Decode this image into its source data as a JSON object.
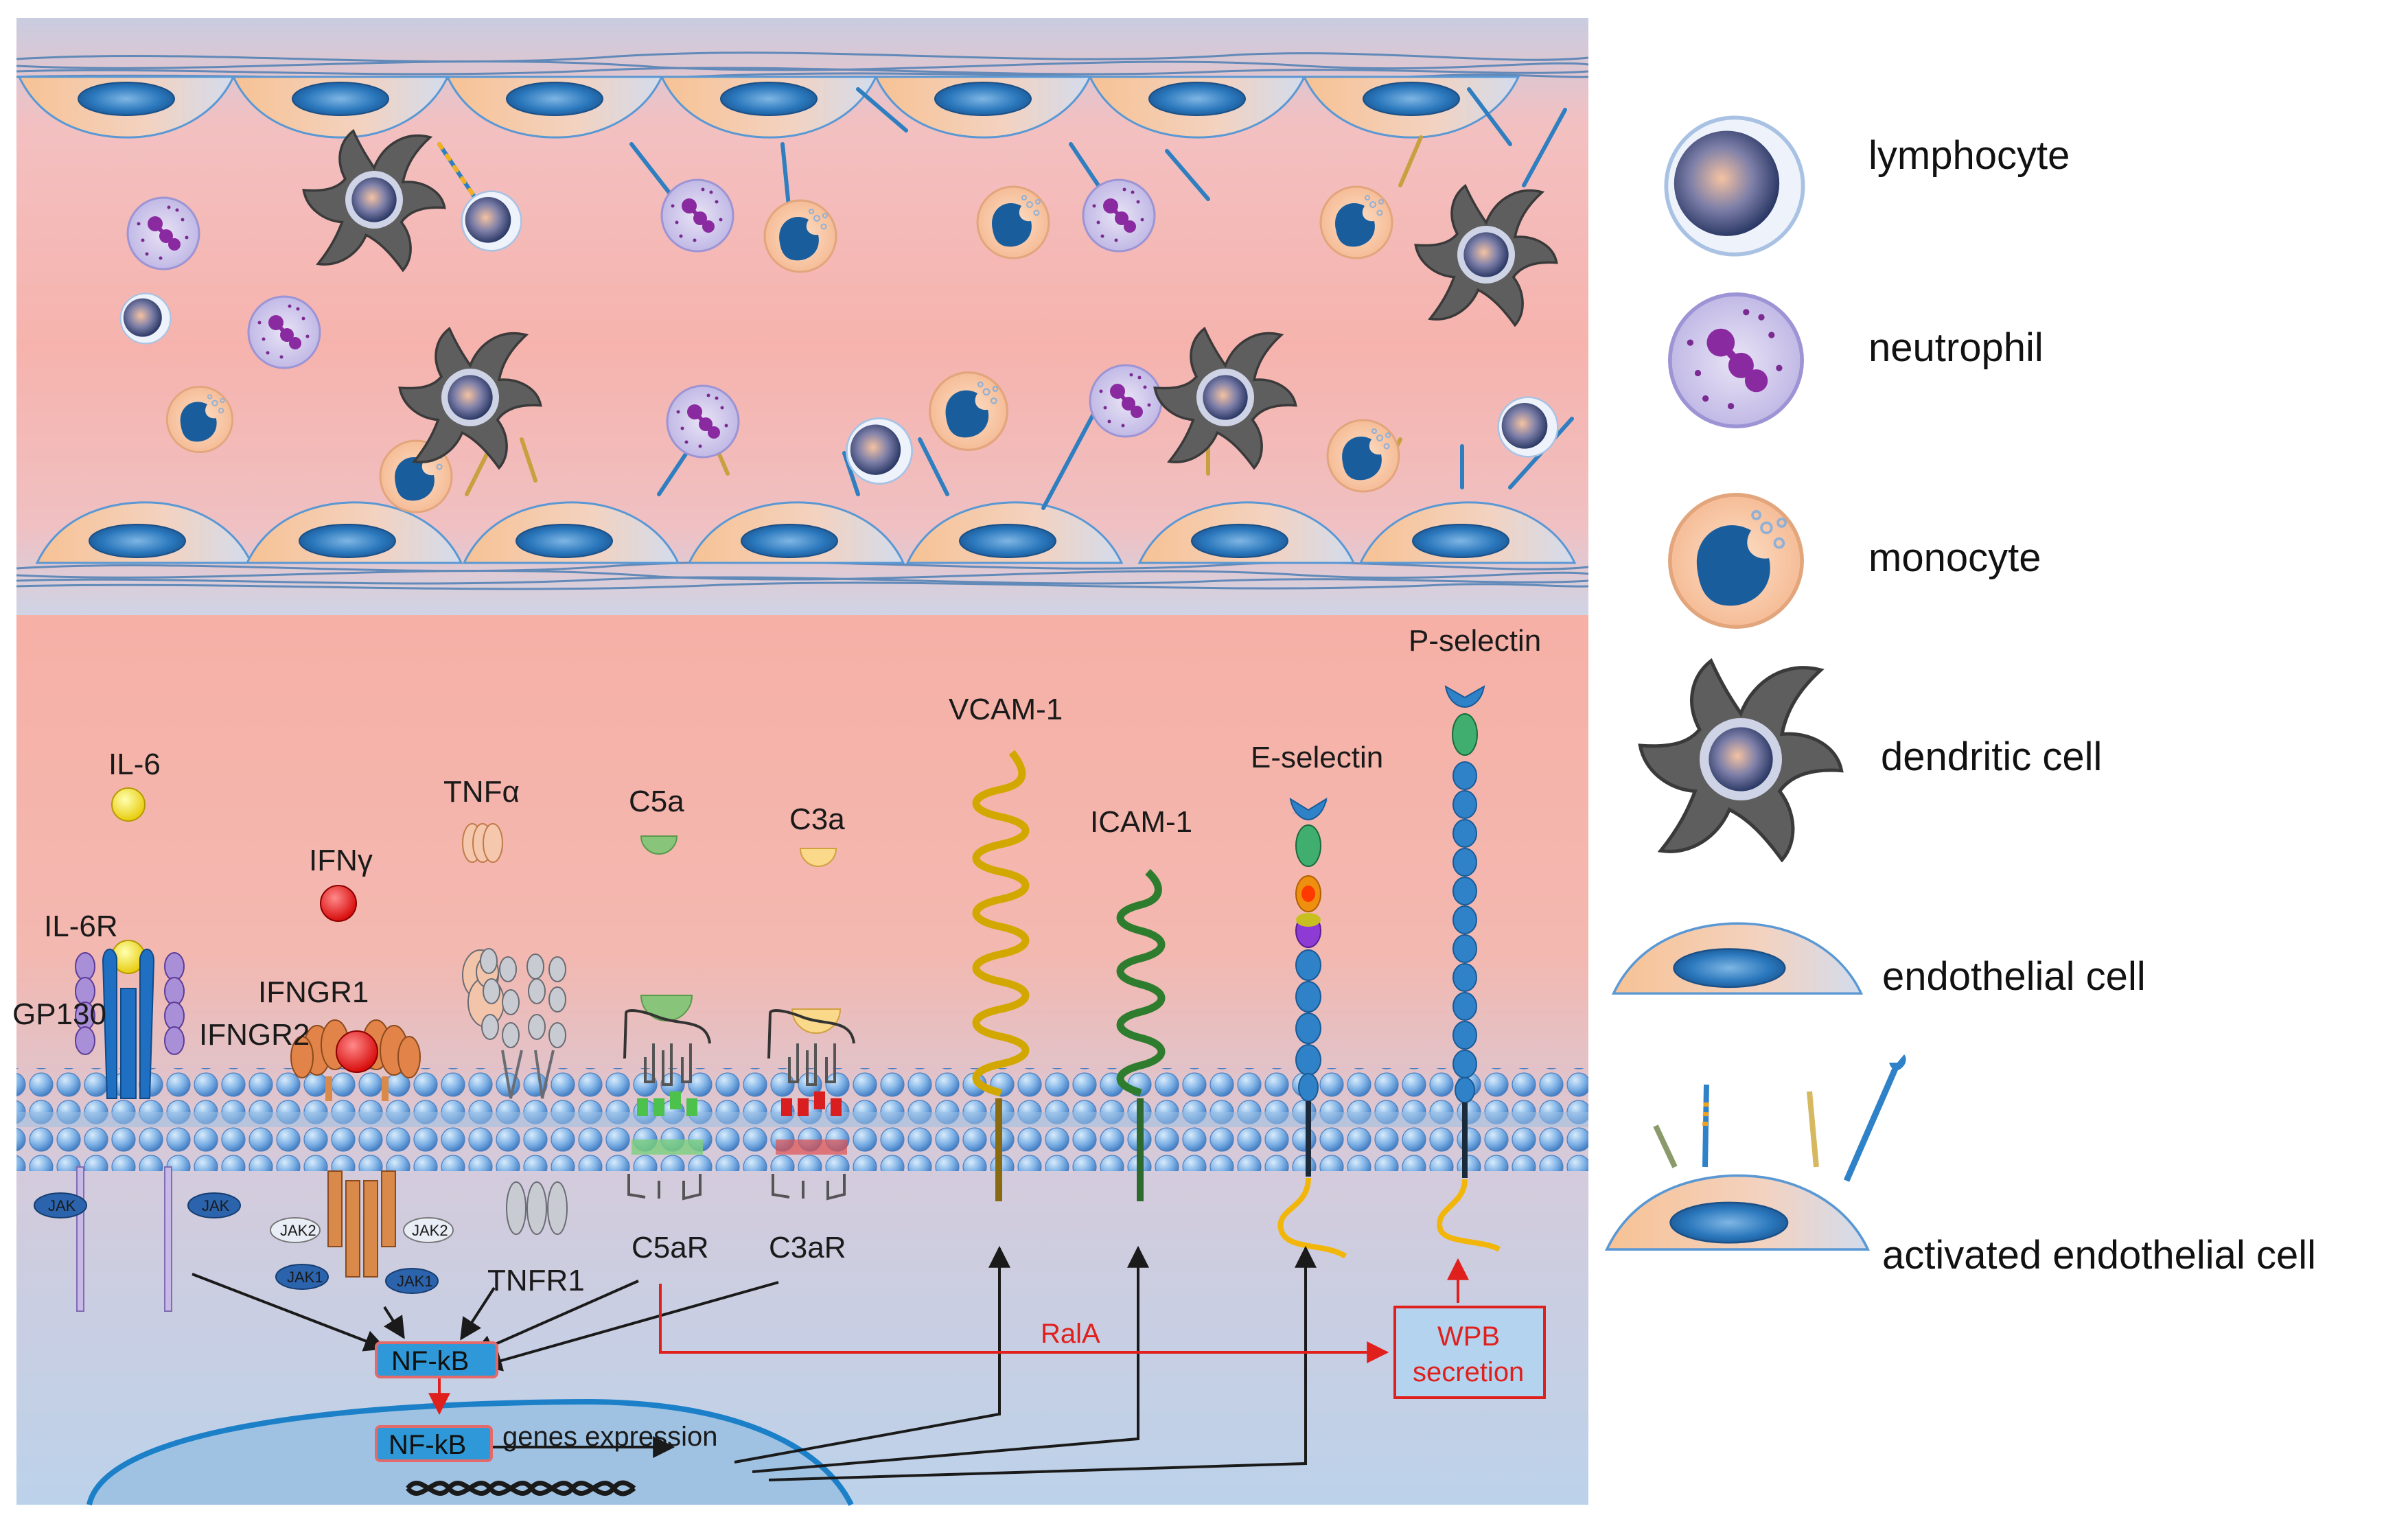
{
  "legend": {
    "lymphocyte": "lymphocyte",
    "neutrophil": "neutrophil",
    "monocyte": "monocyte",
    "dendritic": "dendritic cell",
    "endothelial": "endothelial cell",
    "activated": "activated endothelial cell"
  },
  "cytokines": {
    "il6": "IL-6",
    "ifng": "IFNγ",
    "tnfa": "TNFα",
    "c5a": "C5a",
    "c3a": "C3a"
  },
  "receptors": {
    "il6r": "IL-6R",
    "gp130": "GP130",
    "ifngr1": "IFNGR1",
    "ifngr2": "IFNGR2",
    "tnfr1": "TNFR1",
    "c5ar": "C5aR",
    "c3ar": "C3aR"
  },
  "kinases": {
    "jak_left": "JAK",
    "jak_right": "JAK",
    "jak2_left": "JAK2",
    "jak2_right": "JAK2",
    "jak1_left": "JAK1",
    "jak1_right": "JAK1"
  },
  "adhesion": {
    "vcam": "VCAM-1",
    "icam": "ICAM-1",
    "eselectin": "E-selectin",
    "pselectin": "P-selectin"
  },
  "signaling": {
    "nfkb_cyto": "NF-kB",
    "nfkb_nuc": "NF-kB",
    "genes": "genes expression",
    "rala": "RalA",
    "wpb_line1": "WPB",
    "wpb_line2": "secretion"
  },
  "colors": {
    "plasma": "#f5b4ad",
    "cytoplasm": "#a6cbe7",
    "endothelial": "#f7c596",
    "nucleus": "#1c66a8",
    "membrane": "#6f9fd6",
    "red_path": "#e0201d"
  }
}
